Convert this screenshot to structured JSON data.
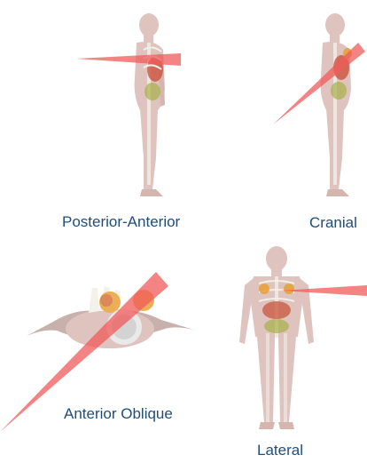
{
  "labels": {
    "posterior_anterior": "Posterior-Anterior",
    "cranial": "Cranial",
    "anterior_oblique": "Anterior Oblique",
    "lateral": "Lateral"
  },
  "colors": {
    "label_text": "#1f4e79",
    "beam": "#f05a5a",
    "body_skin": "#d9b9b4",
    "bone": "#f2efe9",
    "organ": "#c9553f",
    "breast_tissue": "#e8a23a"
  },
  "icons": {
    "body_model": "translucent-human-phantom",
    "beam": "x-ray-beam-wedge"
  }
}
